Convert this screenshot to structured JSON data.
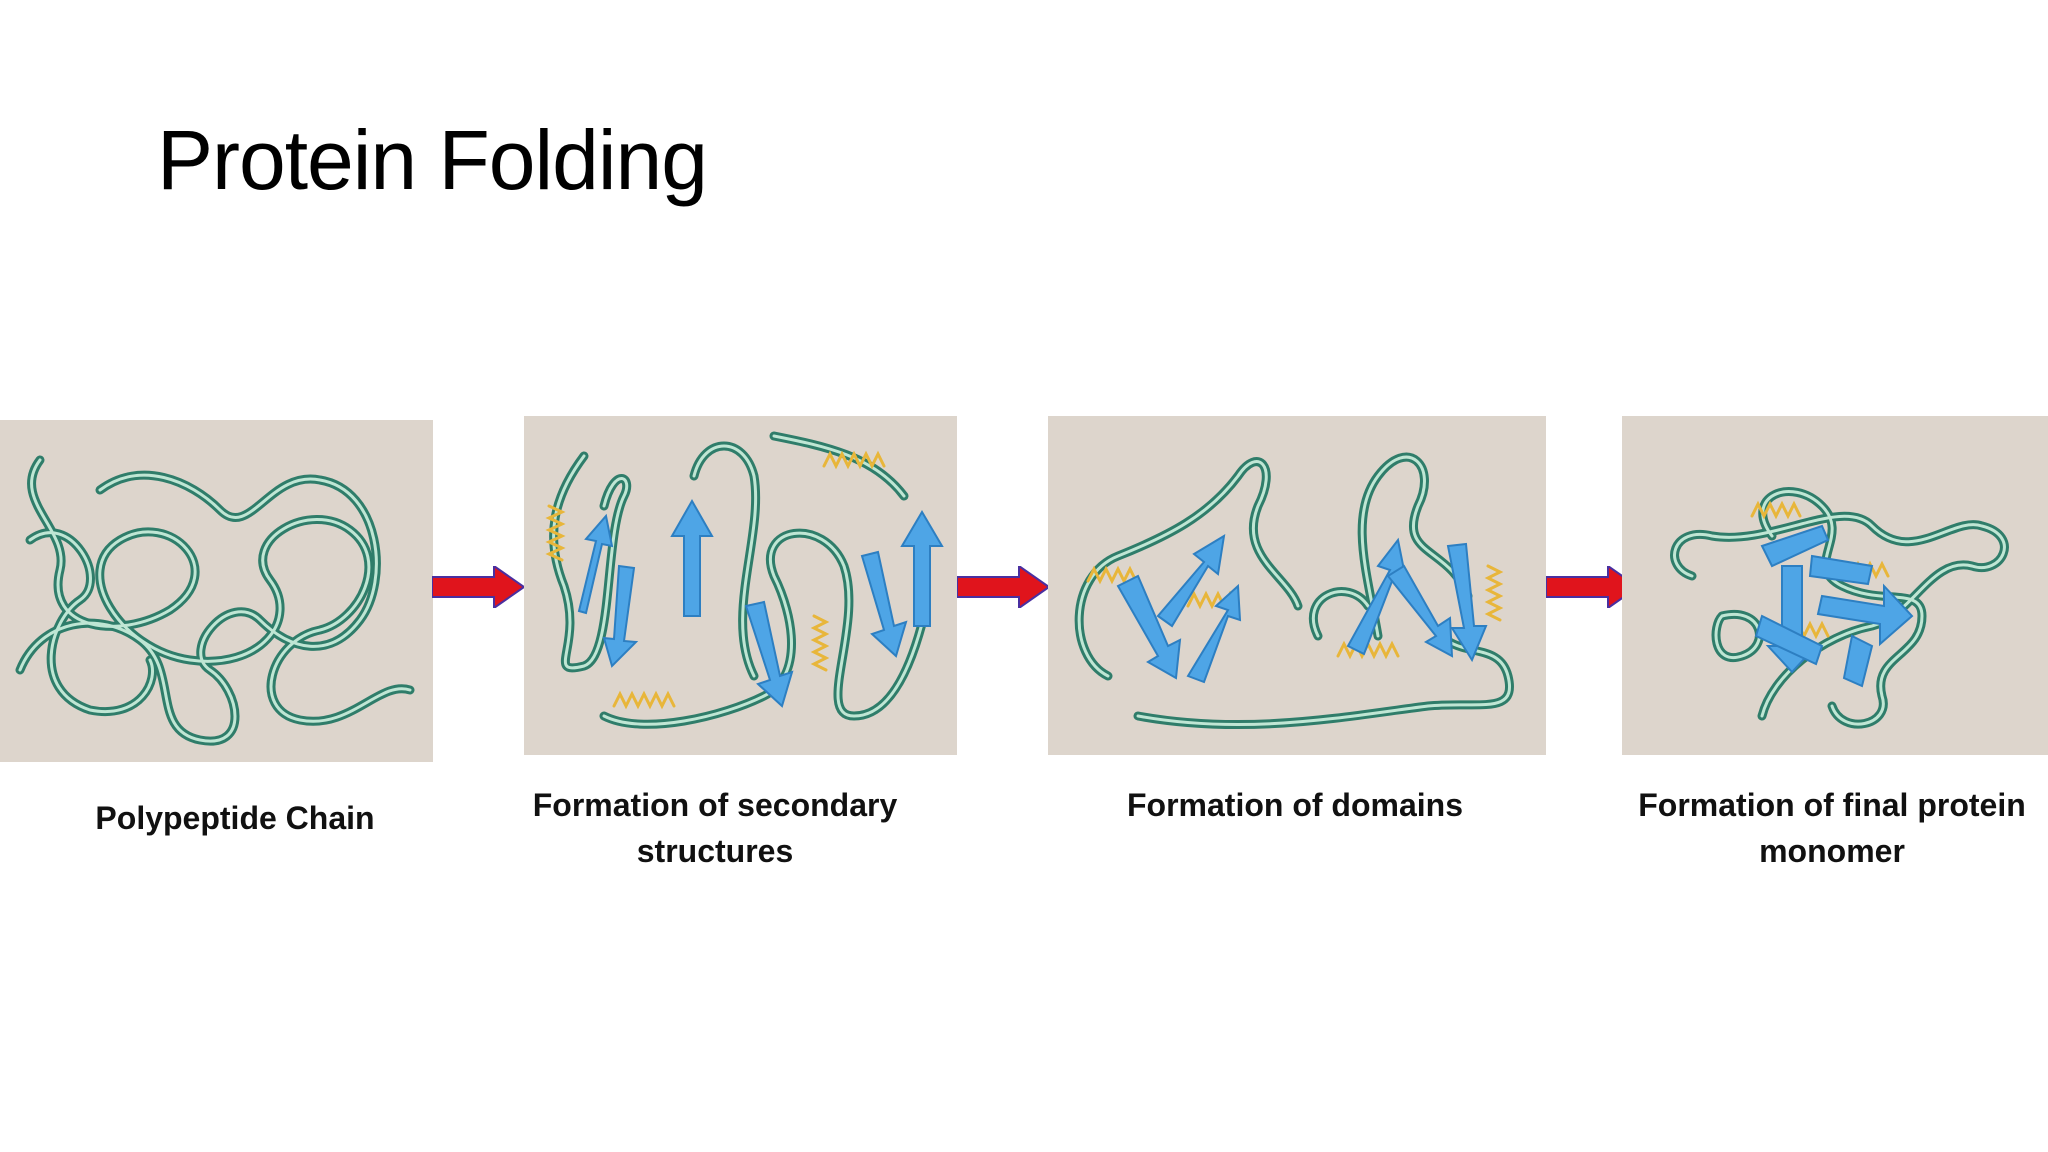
{
  "title": "Protein Folding",
  "stages": [
    {
      "caption": "Polypeptide Chain"
    },
    {
      "caption": "Formation of secondary structures"
    },
    {
      "caption": "Formation of domains"
    },
    {
      "caption": "Formation of final protein monomer"
    }
  ],
  "colors": {
    "panel": "#ddd5cc",
    "chain": "#3f9c85",
    "strand": "#4ea5e6",
    "helix": "#f0c24a",
    "arrow": "#e0141c"
  }
}
